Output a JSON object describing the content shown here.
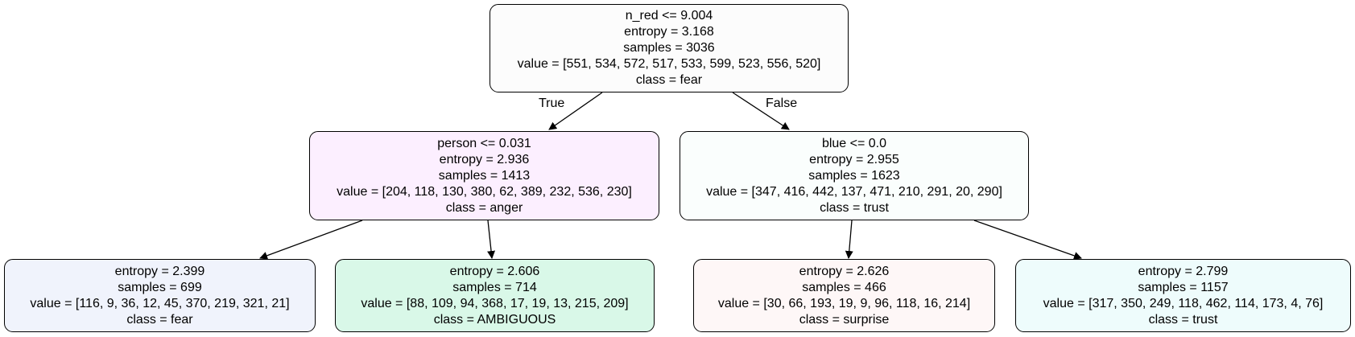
{
  "tree": {
    "edge_labels": {
      "true_label": "True",
      "false_label": "False"
    },
    "nodes": [
      {
        "id": "root",
        "fill": "#fcfcfc",
        "lines": [
          "n_red <= 9.004",
          "entropy = 3.168",
          "samples = 3036",
          "value = [551, 534, 572, 517, 533, 599, 523, 556, 520]",
          "class = fear"
        ]
      },
      {
        "id": "left",
        "fill": "#fcefff",
        "lines": [
          "person <= 0.031",
          "entropy = 2.936",
          "samples = 1413",
          "value = [204, 118, 130, 380, 62, 389, 232, 536, 230]",
          "class = anger"
        ]
      },
      {
        "id": "right",
        "fill": "#fafefd",
        "lines": [
          "blue <= 0.0",
          "entropy = 2.955",
          "samples = 1623",
          "value = [347, 416, 442, 137, 471, 210, 291, 20, 290]",
          "class = trust"
        ]
      },
      {
        "id": "left-left",
        "fill": "#f0f3fc",
        "lines": [
          "entropy = 2.399",
          "samples = 699",
          "value = [116, 9, 36, 12, 45, 370, 219, 321, 21]",
          "class = fear"
        ]
      },
      {
        "id": "left-right",
        "fill": "#d9f8e8",
        "lines": [
          "entropy = 2.606",
          "samples = 714",
          "value = [88, 109, 94, 368, 17, 19, 13, 215, 209]",
          "class = AMBIGUOUS"
        ]
      },
      {
        "id": "right-left",
        "fill": "#fef7f7",
        "lines": [
          "entropy = 2.626",
          "samples = 466",
          "value = [30, 66, 193, 19, 9, 96, 118, 16, 214]",
          "class = surprise"
        ]
      },
      {
        "id": "right-right",
        "fill": "#eefcfc",
        "lines": [
          "entropy = 2.799",
          "samples = 1157",
          "value = [317, 350, 249, 118, 462, 114, 173, 4, 76]",
          "class = trust"
        ]
      }
    ]
  }
}
